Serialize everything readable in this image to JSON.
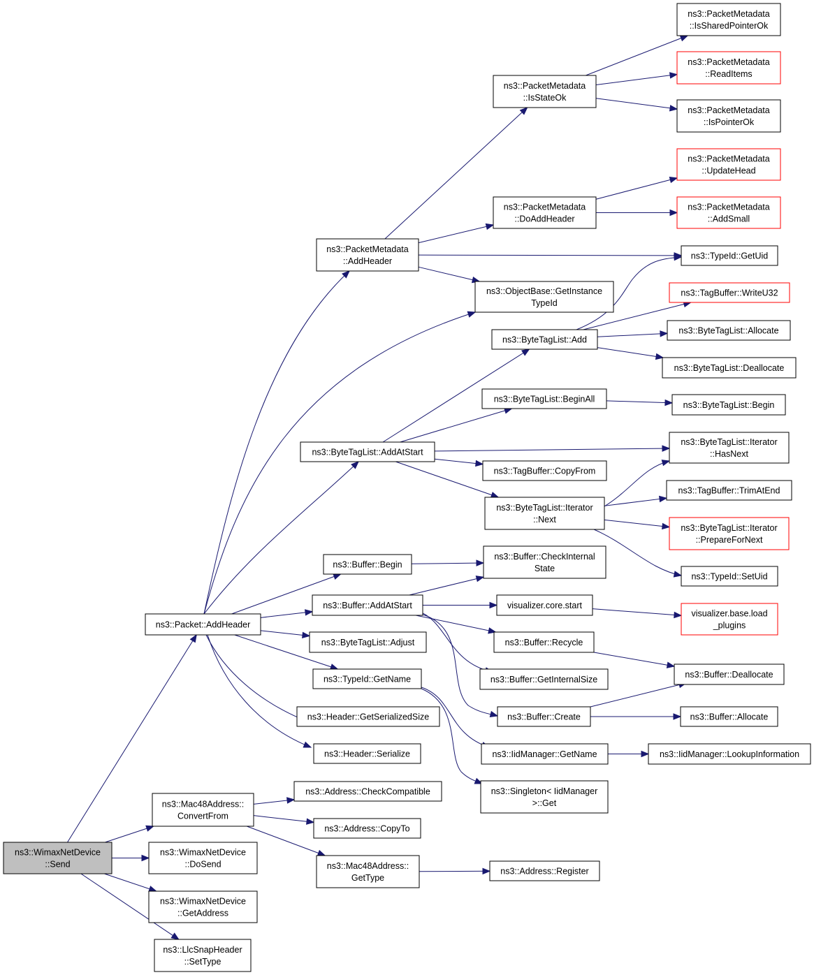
{
  "colors": {
    "edge": "#191970",
    "node_border": "#000000",
    "node_border_truncated": "#ff0000",
    "root_fill": "#bfbfbf"
  },
  "nodes": [
    {
      "id": "send",
      "lines": [
        "ns3::WimaxNetDevice",
        "::Send"
      ],
      "style": "root"
    },
    {
      "id": "pkt_addheader",
      "lines": [
        "ns3::Packet::AddHeader"
      ],
      "style": "normal"
    },
    {
      "id": "mac_convertfrom",
      "lines": [
        "ns3::Mac48Address::",
        "ConvertFrom"
      ],
      "style": "normal"
    },
    {
      "id": "wnd_dosend",
      "lines": [
        "ns3::WimaxNetDevice",
        "::DoSend"
      ],
      "style": "normal"
    },
    {
      "id": "wnd_getaddress",
      "lines": [
        "ns3::WimaxNetDevice",
        "::GetAddress"
      ],
      "style": "normal"
    },
    {
      "id": "llc_settype",
      "lines": [
        "ns3::LlcSnapHeader",
        "::SetType"
      ],
      "style": "normal"
    },
    {
      "id": "pm_addheader",
      "lines": [
        "ns3::PacketMetadata",
        "::AddHeader"
      ],
      "style": "normal"
    },
    {
      "id": "btl_addatstart",
      "lines": [
        "ns3::ByteTagList::AddAtStart"
      ],
      "style": "normal"
    },
    {
      "id": "buf_begin",
      "lines": [
        "ns3::Buffer::Begin"
      ],
      "style": "normal"
    },
    {
      "id": "buf_addatstart",
      "lines": [
        "ns3::Buffer::AddAtStart"
      ],
      "style": "normal"
    },
    {
      "id": "btl_adjust",
      "lines": [
        "ns3::ByteTagList::Adjust"
      ],
      "style": "normal"
    },
    {
      "id": "tid_getname",
      "lines": [
        "ns3::TypeId::GetName"
      ],
      "style": "normal"
    },
    {
      "id": "hdr_getsersize",
      "lines": [
        "ns3::Header::GetSerializedSize"
      ],
      "style": "normal"
    },
    {
      "id": "hdr_serialize",
      "lines": [
        "ns3::Header::Serialize"
      ],
      "style": "normal"
    },
    {
      "id": "pm_isstateok",
      "lines": [
        "ns3::PacketMetadata",
        "::IsStateOk"
      ],
      "style": "normal"
    },
    {
      "id": "pm_doaddheader",
      "lines": [
        "ns3::PacketMetadata",
        "::DoAddHeader"
      ],
      "style": "normal"
    },
    {
      "id": "ob_getinstancetypeid",
      "lines": [
        "ns3::ObjectBase::GetInstance",
        "TypeId"
      ],
      "style": "normal"
    },
    {
      "id": "pm_issharedpointerok",
      "lines": [
        "ns3::PacketMetadata",
        "::IsSharedPointerOk"
      ],
      "style": "normal"
    },
    {
      "id": "pm_readitems",
      "lines": [
        "ns3::PacketMetadata",
        "::ReadItems"
      ],
      "style": "truncated"
    },
    {
      "id": "pm_ispointerok",
      "lines": [
        "ns3::PacketMetadata",
        "::IsPointerOk"
      ],
      "style": "normal"
    },
    {
      "id": "pm_updatehead",
      "lines": [
        "ns3::PacketMetadata",
        "::UpdateHead"
      ],
      "style": "truncated"
    },
    {
      "id": "pm_addsmall",
      "lines": [
        "ns3::PacketMetadata",
        "::AddSmall"
      ],
      "style": "truncated"
    },
    {
      "id": "tid_getuid",
      "lines": [
        "ns3::TypeId::GetUid"
      ],
      "style": "normal"
    },
    {
      "id": "btl_add",
      "lines": [
        "ns3::ByteTagList::Add"
      ],
      "style": "normal"
    },
    {
      "id": "tb_writeu32",
      "lines": [
        "ns3::TagBuffer::WriteU32"
      ],
      "style": "truncated"
    },
    {
      "id": "btl_allocate",
      "lines": [
        "ns3::ByteTagList::Allocate"
      ],
      "style": "normal"
    },
    {
      "id": "btl_deallocate",
      "lines": [
        "ns3::ByteTagList::Deallocate"
      ],
      "style": "normal"
    },
    {
      "id": "btl_beginall",
      "lines": [
        "ns3::ByteTagList::BeginAll"
      ],
      "style": "normal"
    },
    {
      "id": "btl_begin",
      "lines": [
        "ns3::ByteTagList::Begin"
      ],
      "style": "normal"
    },
    {
      "id": "btli_hasnext",
      "lines": [
        "ns3::ByteTagList::Iterator",
        "::HasNext"
      ],
      "style": "normal"
    },
    {
      "id": "tb_copyfrom",
      "lines": [
        "ns3::TagBuffer::CopyFrom"
      ],
      "style": "normal"
    },
    {
      "id": "btli_next",
      "lines": [
        "ns3::ByteTagList::Iterator",
        "::Next"
      ],
      "style": "normal"
    },
    {
      "id": "tb_trimatend",
      "lines": [
        "ns3::TagBuffer::TrimAtEnd"
      ],
      "style": "normal"
    },
    {
      "id": "btli_preparefornext",
      "lines": [
        "ns3::ByteTagList::Iterator",
        "::PrepareForNext"
      ],
      "style": "truncated"
    },
    {
      "id": "tid_setuid",
      "lines": [
        "ns3::TypeId::SetUid"
      ],
      "style": "normal"
    },
    {
      "id": "buf_checkinternalstate",
      "lines": [
        "ns3::Buffer::CheckInternal",
        "State"
      ],
      "style": "normal"
    },
    {
      "id": "viz_core_start",
      "lines": [
        "visualizer.core.start"
      ],
      "style": "normal"
    },
    {
      "id": "viz_base_loadplugins",
      "lines": [
        "visualizer.base.load",
        "_plugins"
      ],
      "style": "truncated"
    },
    {
      "id": "buf_recycle",
      "lines": [
        "ns3::Buffer::Recycle"
      ],
      "style": "normal"
    },
    {
      "id": "buf_deallocate",
      "lines": [
        "ns3::Buffer::Deallocate"
      ],
      "style": "normal"
    },
    {
      "id": "buf_getinternalsize",
      "lines": [
        "ns3::Buffer::GetInternalSize"
      ],
      "style": "normal"
    },
    {
      "id": "buf_create",
      "lines": [
        "ns3::Buffer::Create"
      ],
      "style": "normal"
    },
    {
      "id": "buf_allocate",
      "lines": [
        "ns3::Buffer::Allocate"
      ],
      "style": "normal"
    },
    {
      "id": "iid_getname",
      "lines": [
        "ns3::IidManager::GetName"
      ],
      "style": "normal"
    },
    {
      "id": "iid_lookupinformation",
      "lines": [
        "ns3::IidManager::LookupInformation"
      ],
      "style": "normal"
    },
    {
      "id": "singleton_get",
      "lines": [
        "ns3::Singleton< IidManager",
        ">::Get"
      ],
      "style": "normal"
    },
    {
      "id": "addr_checkcompatible",
      "lines": [
        "ns3::Address::CheckCompatible"
      ],
      "style": "normal"
    },
    {
      "id": "addr_copyto",
      "lines": [
        "ns3::Address::CopyTo"
      ],
      "style": "normal"
    },
    {
      "id": "mac_gettype",
      "lines": [
        "ns3::Mac48Address::",
        "GetType"
      ],
      "style": "normal"
    },
    {
      "id": "addr_register",
      "lines": [
        "ns3::Address::Register"
      ],
      "style": "normal"
    }
  ],
  "edges": [
    {
      "from": "send",
      "to": "pkt_addheader"
    },
    {
      "from": "send",
      "to": "mac_convertfrom"
    },
    {
      "from": "send",
      "to": "wnd_dosend"
    },
    {
      "from": "send",
      "to": "wnd_getaddress"
    },
    {
      "from": "send",
      "to": "llc_settype"
    },
    {
      "from": "pkt_addheader",
      "to": "pm_addheader"
    },
    {
      "from": "pkt_addheader",
      "to": "ob_getinstancetypeid"
    },
    {
      "from": "pkt_addheader",
      "to": "btl_addatstart"
    },
    {
      "from": "pkt_addheader",
      "to": "buf_begin"
    },
    {
      "from": "pkt_addheader",
      "to": "buf_addatstart"
    },
    {
      "from": "pkt_addheader",
      "to": "btl_adjust"
    },
    {
      "from": "pkt_addheader",
      "to": "tid_getname"
    },
    {
      "from": "pkt_addheader",
      "to": "hdr_getsersize"
    },
    {
      "from": "pkt_addheader",
      "to": "hdr_serialize"
    },
    {
      "from": "pm_addheader",
      "to": "pm_isstateok"
    },
    {
      "from": "pm_addheader",
      "to": "pm_doaddheader"
    },
    {
      "from": "pm_addheader",
      "to": "tid_getuid"
    },
    {
      "from": "pm_addheader",
      "to": "ob_getinstancetypeid"
    },
    {
      "from": "pm_isstateok",
      "to": "pm_issharedpointerok"
    },
    {
      "from": "pm_isstateok",
      "to": "pm_readitems"
    },
    {
      "from": "pm_isstateok",
      "to": "pm_ispointerok"
    },
    {
      "from": "pm_doaddheader",
      "to": "pm_updatehead"
    },
    {
      "from": "pm_doaddheader",
      "to": "pm_addsmall"
    },
    {
      "from": "btl_addatstart",
      "to": "btl_add"
    },
    {
      "from": "btl_addatstart",
      "to": "btl_beginall"
    },
    {
      "from": "btl_addatstart",
      "to": "btli_hasnext"
    },
    {
      "from": "btl_addatstart",
      "to": "tb_copyfrom"
    },
    {
      "from": "btl_addatstart",
      "to": "btli_next"
    },
    {
      "from": "btl_add",
      "to": "tid_getuid"
    },
    {
      "from": "btl_add",
      "to": "tb_writeu32"
    },
    {
      "from": "btl_add",
      "to": "btl_allocate"
    },
    {
      "from": "btl_add",
      "to": "btl_deallocate"
    },
    {
      "from": "btl_beginall",
      "to": "btl_begin"
    },
    {
      "from": "btli_next",
      "to": "btli_hasnext"
    },
    {
      "from": "btli_next",
      "to": "tb_trimatend"
    },
    {
      "from": "btli_next",
      "to": "btli_preparefornext"
    },
    {
      "from": "btli_next",
      "to": "tid_setuid"
    },
    {
      "from": "buf_begin",
      "to": "buf_checkinternalstate"
    },
    {
      "from": "buf_addatstart",
      "to": "buf_checkinternalstate"
    },
    {
      "from": "buf_addatstart",
      "to": "viz_core_start"
    },
    {
      "from": "buf_addatstart",
      "to": "buf_recycle"
    },
    {
      "from": "buf_addatstart",
      "to": "buf_getinternalsize"
    },
    {
      "from": "buf_addatstart",
      "to": "buf_create"
    },
    {
      "from": "viz_core_start",
      "to": "viz_base_loadplugins"
    },
    {
      "from": "buf_recycle",
      "to": "buf_deallocate"
    },
    {
      "from": "buf_create",
      "to": "buf_deallocate"
    },
    {
      "from": "buf_create",
      "to": "buf_allocate"
    },
    {
      "from": "tid_getname",
      "to": "iid_getname"
    },
    {
      "from": "tid_getname",
      "to": "singleton_get"
    },
    {
      "from": "iid_getname",
      "to": "iid_lookupinformation"
    },
    {
      "from": "mac_convertfrom",
      "to": "addr_checkcompatible"
    },
    {
      "from": "mac_convertfrom",
      "to": "addr_copyto"
    },
    {
      "from": "mac_convertfrom",
      "to": "mac_gettype"
    },
    {
      "from": "mac_gettype",
      "to": "addr_register"
    }
  ]
}
